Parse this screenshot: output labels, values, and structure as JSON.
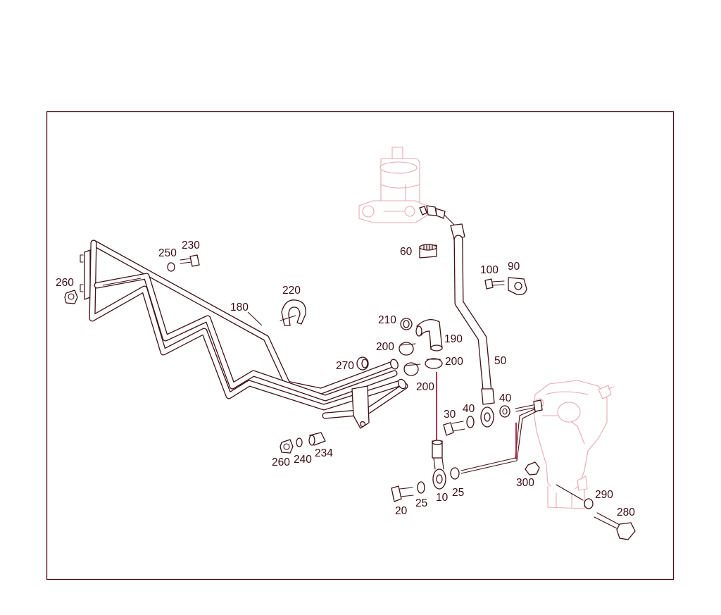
{
  "diagram": {
    "callouts": {
      "p10": "10",
      "p20": "20",
      "p25a": "25",
      "p25b": "25",
      "p30": "30",
      "p40a": "40",
      "p40b": "40",
      "p50": "50",
      "p60": "60",
      "p90": "90",
      "p100": "100",
      "p180": "180",
      "p190": "190",
      "p200a": "200",
      "p200b": "200",
      "p200c": "200",
      "p210": "210",
      "p220": "220",
      "p230": "230",
      "p234": "234",
      "p240": "240",
      "p250": "250",
      "p260a": "260",
      "p260b": "260",
      "p270": "270",
      "p280": "280",
      "p290": "290",
      "p300": "300"
    },
    "colors": {
      "line": "#3e1016",
      "frame": "#4a0f14",
      "ghost": "#e8a9b4",
      "highlight": "#b01a3a",
      "text": "#3b0a12"
    }
  }
}
